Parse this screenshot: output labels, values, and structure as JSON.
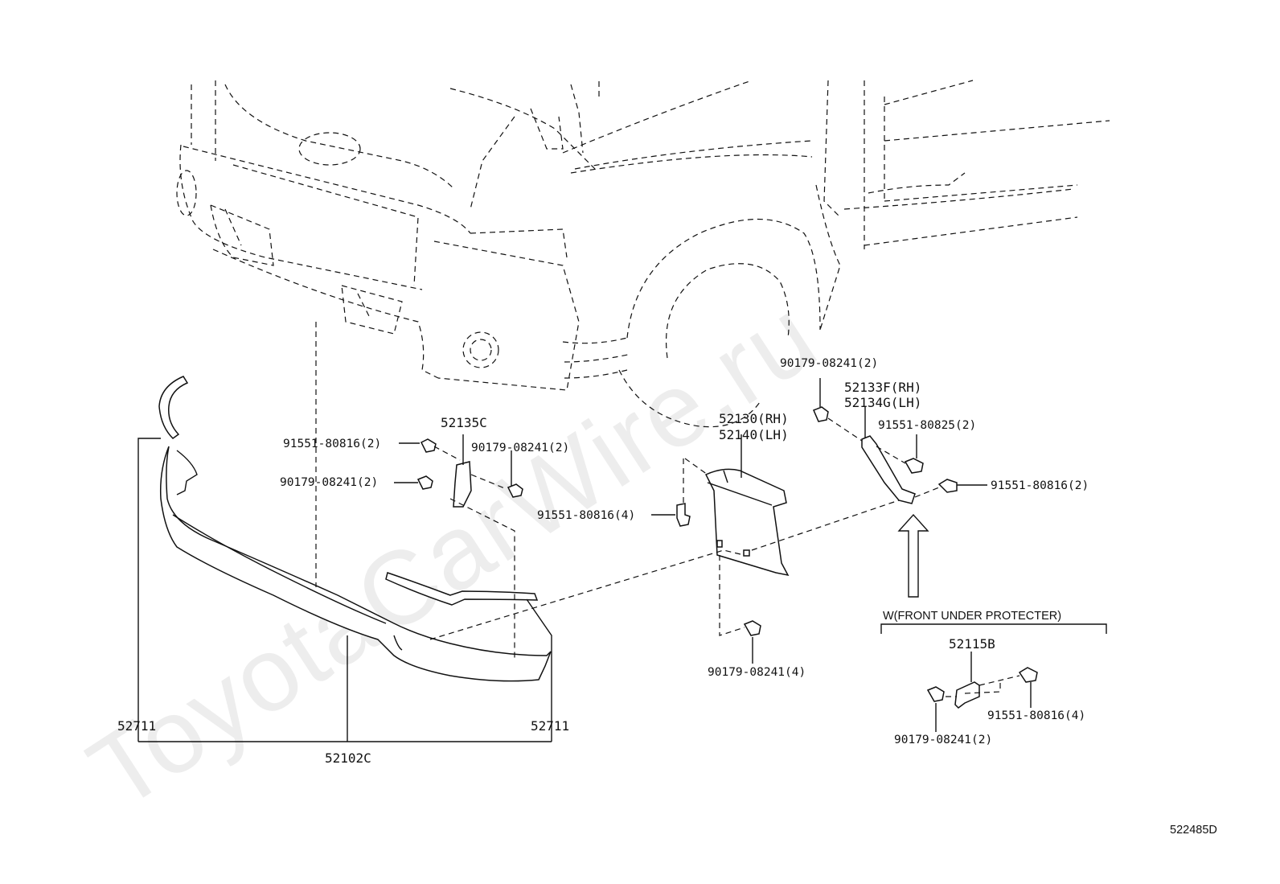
{
  "watermark": "ToyotaCarWire.ru",
  "diagram_code": "522485D",
  "callouts": {
    "p52711_left": "52711",
    "p52711_right": "52711",
    "p52102C": "52102C",
    "p52135C": "52135C",
    "bolt_91551_80816_2_left": "91551-80816(2)",
    "nut_90179_08241_2_left": "90179-08241(2)",
    "nut_90179_08241_2_mid": "90179-08241(2)",
    "bolt_91551_80816_4_mid": "91551-80816(4)",
    "p52130_rh": "52130(RH)",
    "p52140_lh": "52140(LH)",
    "nut_90179_08241_4": "90179-08241(4)",
    "nut_90179_08241_2_top": "90179-08241(2)",
    "p52133F_rh": "52133F(RH)",
    "p52134G_lh": "52134G(LH)",
    "bolt_91551_80825_2": "91551-80825(2)",
    "bolt_91551_80816_2_right": "91551-80816(2)",
    "w_note": "W(FRONT UNDER PROTECTER)",
    "p52115B": "52115B",
    "bolt_91551_80816_4_right": "91551-80816(4)",
    "nut_90179_08241_2_bottom": "90179-08241(2)"
  }
}
